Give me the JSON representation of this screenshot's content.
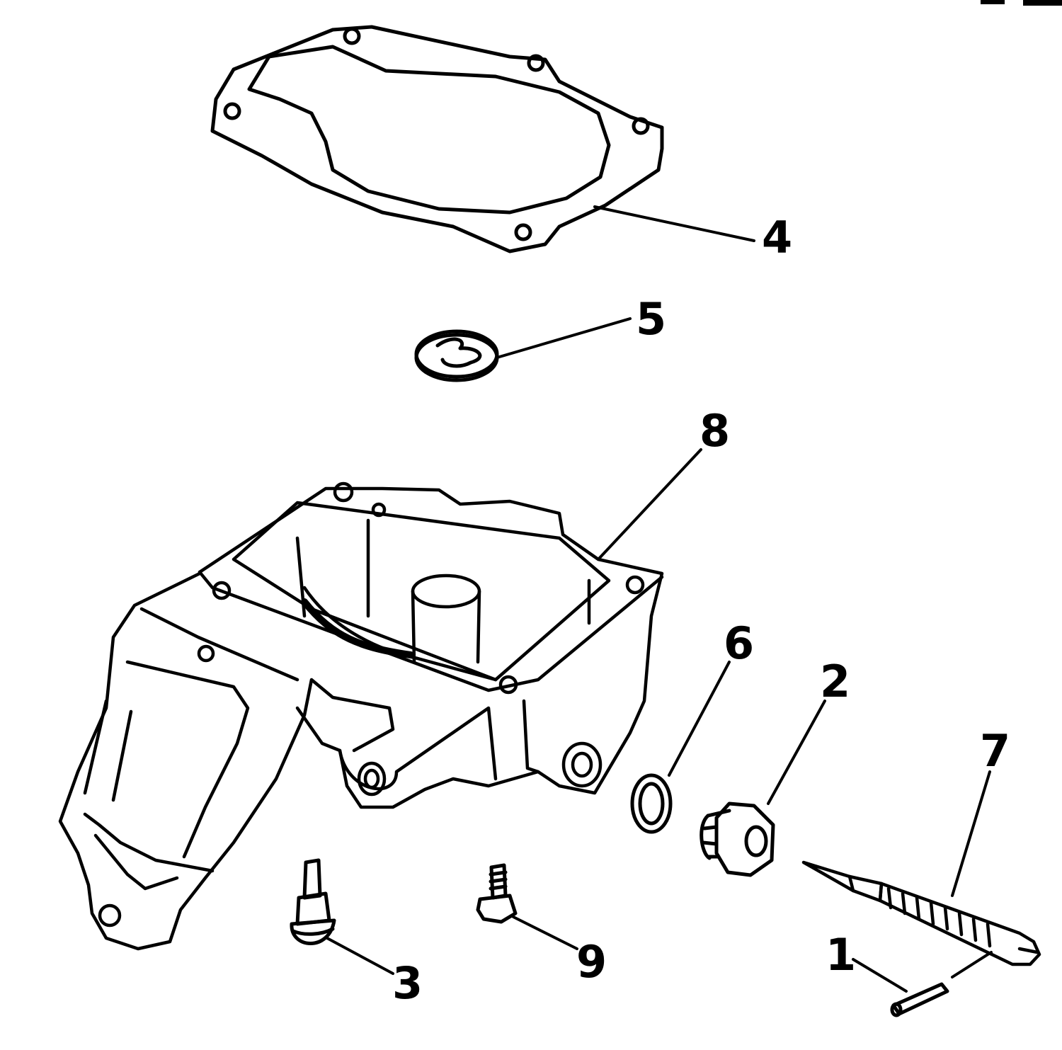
{
  "diagram": {
    "type": "exploded parts diagram",
    "colors": {
      "ink": "#000000",
      "paper": "#ffffff"
    },
    "callouts": [
      "1",
      "2",
      "3",
      "4",
      "5",
      "6",
      "7",
      "8",
      "9"
    ]
  }
}
